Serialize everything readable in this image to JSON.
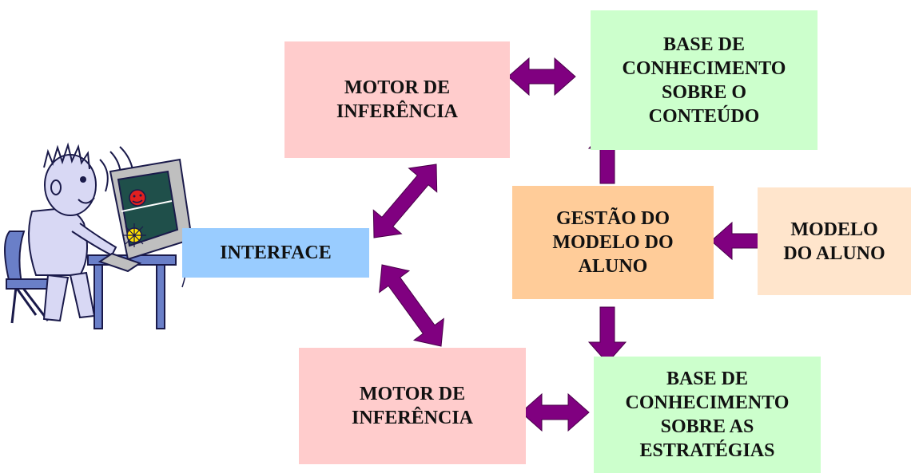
{
  "colors": {
    "arrow": "#800080",
    "motor_box": "#ffcccc",
    "knowledge_box": "#ccffcc",
    "gestao_box": "#ffcc99",
    "modelo_box": "#ffe5cc",
    "interface_box": "#99ccff"
  },
  "boxes": {
    "motor_top": "MOTOR DE\nINFERÊNCIA",
    "base_conteudo": "BASE DE\nCONHECIMENTO\nSOBRE O\nCONTEÚDO",
    "gestao": "GESTÃO DO\nMODELO DO\nALUNO",
    "modelo_aluno": "MODELO\nDO ALUNO",
    "interface": "INTERFACE",
    "motor_bottom": "MOTOR DE\nINFERÊNCIA",
    "base_estrategias": "BASE DE\nCONHECIMENTO\nSOBRE AS\nESTRATÉGIAS"
  },
  "illustration": {
    "subject": "person-at-computer-icon"
  }
}
